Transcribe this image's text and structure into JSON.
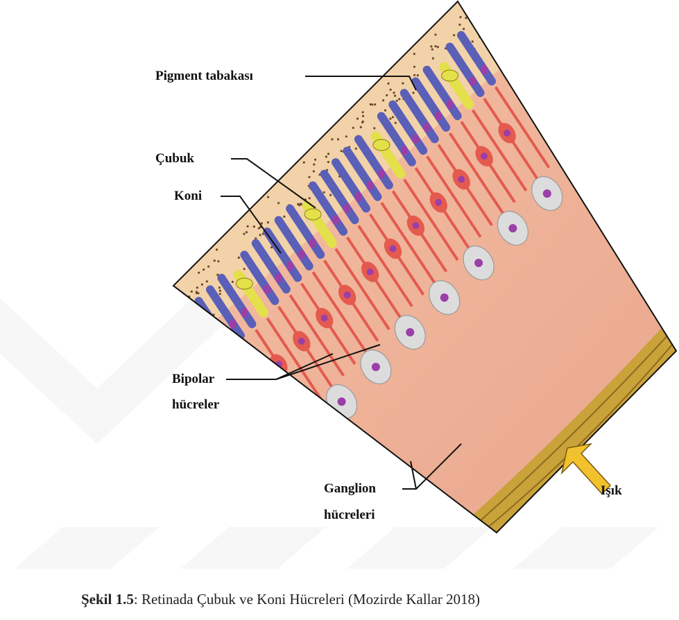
{
  "labels": {
    "pigment": "Pigment tabakası",
    "rod": "Çubuk",
    "cone": "Koni",
    "bipolar_1": "Bipolar",
    "bipolar_2": "hücreler",
    "ganglion_1": "Ganglion",
    "ganglion_2": "hücreleri",
    "light": "Işık"
  },
  "caption": {
    "number": "Şekil 1.5",
    "text": ": Retinada Çubuk ve Koni Hücreleri (Mozirde Kallar 2018)"
  },
  "colors": {
    "pigment": "#f2d2a8",
    "rod": "#5a5fb8",
    "cone": "#e4e04a",
    "bipolar": "#e45a4e",
    "ganglion": "#dcdcdc",
    "nerve_fiber": "#c9a23a",
    "tissue": "#eeb29a",
    "light_arrow": "#f2c12e"
  }
}
